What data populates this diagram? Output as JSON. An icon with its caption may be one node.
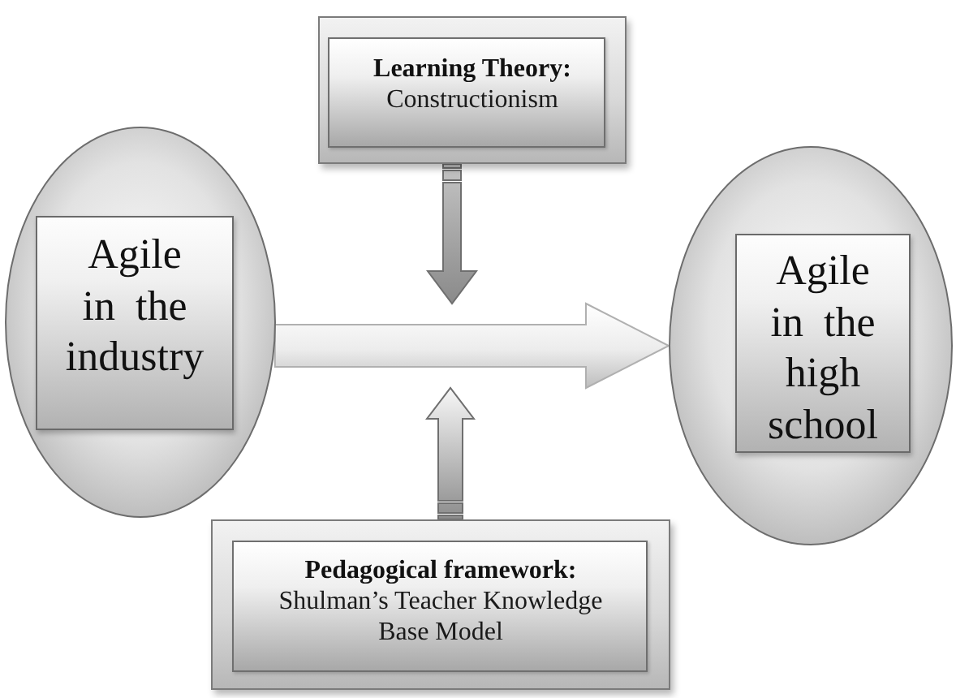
{
  "diagram": {
    "nodes": [
      {
        "text": [
          "Learning Theory:",
          "Constructionism"
        ]
      },
      {
        "text": [],
        "shape": "ellipse"
      },
      {
        "text": [
          "Agile in the industry"
        ],
        "in": 1
      },
      {
        "text": [],
        "shape": "ellipse"
      },
      {
        "text": [
          "Agile in the high school"
        ],
        "in": 3
      },
      {
        "text": [
          "Pedagogical framework:",
          "Shulman’s Teacher Knowledge Base Model"
        ]
      }
    ],
    "edges": [
      {
        "from": 1,
        "to": 3,
        "arrow": "to",
        "style": "thick"
      },
      {
        "from": 0,
        "to": null,
        "arrow": "to",
        "style": "thick"
      },
      {
        "from": 5,
        "to": null,
        "arrow": "to",
        "style": "thick"
      }
    ]
  }
}
